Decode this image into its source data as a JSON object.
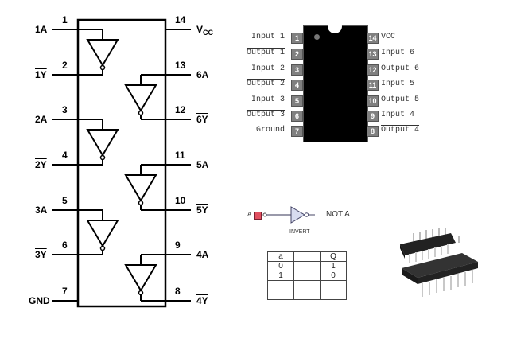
{
  "logic_diagram": {
    "left_pins": [
      {
        "num": "1",
        "label": "1A",
        "overline": false
      },
      {
        "num": "2",
        "label": "1Y",
        "overline": true
      },
      {
        "num": "3",
        "label": "2A",
        "overline": false
      },
      {
        "num": "4",
        "label": "2Y",
        "overline": true
      },
      {
        "num": "5",
        "label": "3A",
        "overline": false
      },
      {
        "num": "6",
        "label": "3Y",
        "overline": true
      },
      {
        "num": "7",
        "label": "GND",
        "overline": false
      }
    ],
    "right_pins": [
      {
        "num": "14",
        "label": "V",
        "sub": "CC",
        "overline": false
      },
      {
        "num": "13",
        "label": "6A",
        "overline": false
      },
      {
        "num": "12",
        "label": "6Y",
        "overline": true
      },
      {
        "num": "11",
        "label": "5A",
        "overline": false
      },
      {
        "num": "10",
        "label": "5Y",
        "overline": true
      },
      {
        "num": "9",
        "label": "4A",
        "overline": false
      },
      {
        "num": "8",
        "label": "4Y",
        "overline": true
      }
    ]
  },
  "pinout": {
    "left": [
      {
        "num": "1",
        "label": "Input 1",
        "overline": false
      },
      {
        "num": "2",
        "label": "Output 1",
        "overline": true
      },
      {
        "num": "3",
        "label": "Input 2",
        "overline": false
      },
      {
        "num": "4",
        "label": "Output 2",
        "overline": true
      },
      {
        "num": "5",
        "label": "Input 3",
        "overline": false
      },
      {
        "num": "6",
        "label": "Output 3",
        "overline": true
      },
      {
        "num": "7",
        "label": "Ground",
        "overline": false
      }
    ],
    "right": [
      {
        "num": "14",
        "label": "VCC",
        "overline": false
      },
      {
        "num": "13",
        "label": "Input 6",
        "overline": false
      },
      {
        "num": "12",
        "label": "Output 6",
        "overline": true
      },
      {
        "num": "11",
        "label": "Input 5",
        "overline": false
      },
      {
        "num": "10",
        "label": "Output 5",
        "overline": true
      },
      {
        "num": "9",
        "label": "Input 4",
        "overline": false
      },
      {
        "num": "8",
        "label": "Output 4",
        "overline": true
      }
    ]
  },
  "inverter_symbol": {
    "input_label": "A",
    "output_label": "NOT A",
    "gate_label": "INVERT",
    "input_color": "#e05060"
  },
  "truth_table": {
    "headers": [
      "a",
      "",
      "Q"
    ],
    "rows": [
      [
        "0",
        "",
        "1"
      ],
      [
        "1",
        "",
        "0"
      ],
      [
        "",
        "",
        ""
      ],
      [
        "",
        "",
        ""
      ]
    ]
  }
}
